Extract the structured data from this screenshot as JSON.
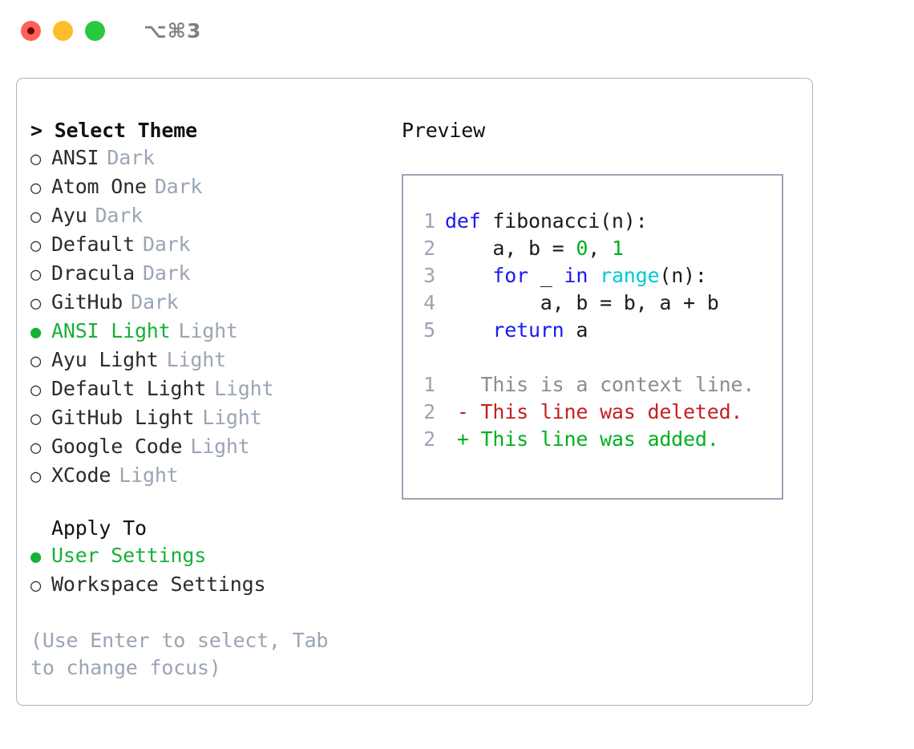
{
  "window": {
    "shortcut": "⌥⌘3",
    "traffic_lights": [
      {
        "name": "close",
        "color": "#ff6058",
        "recording": true
      },
      {
        "name": "minimize",
        "color": "#ffbd2e",
        "recording": false
      },
      {
        "name": "zoom",
        "color": "#28c840",
        "recording": false
      }
    ]
  },
  "theme_picker": {
    "header": "> Select Theme",
    "items": [
      {
        "bullet": "○",
        "label": "ANSI",
        "badge": "Dark",
        "selected": false
      },
      {
        "bullet": "○",
        "label": "Atom One",
        "badge": "Dark",
        "selected": false
      },
      {
        "bullet": "○",
        "label": "Ayu",
        "badge": "Dark",
        "selected": false
      },
      {
        "bullet": "○",
        "label": "Default",
        "badge": "Dark",
        "selected": false
      },
      {
        "bullet": "○",
        "label": "Dracula",
        "badge": "Dark",
        "selected": false
      },
      {
        "bullet": "○",
        "label": "GitHub",
        "badge": "Dark",
        "selected": false
      },
      {
        "bullet": "●",
        "label": "ANSI Light",
        "badge": "Light",
        "selected": true
      },
      {
        "bullet": "○",
        "label": "Ayu Light",
        "badge": "Light",
        "selected": false
      },
      {
        "bullet": "○",
        "label": "Default Light",
        "badge": "Light",
        "selected": false
      },
      {
        "bullet": "○",
        "label": "GitHub Light",
        "badge": "Light",
        "selected": false
      },
      {
        "bullet": "○",
        "label": "Google Code",
        "badge": "Light",
        "selected": false
      },
      {
        "bullet": "○",
        "label": "XCode",
        "badge": "Light",
        "selected": false
      }
    ]
  },
  "apply_to": {
    "title": "Apply To",
    "items": [
      {
        "bullet": "●",
        "label": "User Settings",
        "selected": true
      },
      {
        "bullet": "○",
        "label": "Workspace Settings",
        "selected": false
      }
    ]
  },
  "hint": "(Use Enter to select, Tab to change focus)",
  "preview": {
    "title": "Preview",
    "code_lines": [
      {
        "n": "1",
        "tokens": [
          {
            "t": "def",
            "c": "kw"
          },
          {
            "t": " fibonacci(n):",
            "c": "txt"
          }
        ]
      },
      {
        "n": "2",
        "tokens": [
          {
            "t": "    a, b = ",
            "c": "txt"
          },
          {
            "t": "0",
            "c": "num"
          },
          {
            "t": ", ",
            "c": "txt"
          },
          {
            "t": "1",
            "c": "num"
          }
        ]
      },
      {
        "n": "3",
        "tokens": [
          {
            "t": "    ",
            "c": "txt"
          },
          {
            "t": "for",
            "c": "kw"
          },
          {
            "t": " _ ",
            "c": "txt"
          },
          {
            "t": "in",
            "c": "kw"
          },
          {
            "t": " ",
            "c": "txt"
          },
          {
            "t": "range",
            "c": "fn"
          },
          {
            "t": "(n):",
            "c": "txt"
          }
        ]
      },
      {
        "n": "4",
        "tokens": [
          {
            "t": "        a, b = b, a + b",
            "c": "txt"
          }
        ]
      },
      {
        "n": "5",
        "tokens": [
          {
            "t": "    ",
            "c": "txt"
          },
          {
            "t": "return",
            "c": "kw"
          },
          {
            "t": " a",
            "c": "txt"
          }
        ]
      }
    ],
    "diff_lines": [
      {
        "n": "1",
        "marker": " ",
        "text": "This is a context line.",
        "kind": "ctx"
      },
      {
        "n": "2",
        "marker": "-",
        "text": "This line was deleted.",
        "kind": "del"
      },
      {
        "n": "2",
        "marker": "+",
        "text": "This line was added.",
        "kind": "add"
      }
    ]
  },
  "colors": {
    "accent_green": "#17b037",
    "muted": "#9aa5b4",
    "keyword_blue": "#1a1aee",
    "function_cyan": "#00c8d4",
    "number_green": "#00b020",
    "diff_delete_red": "#c42020",
    "diff_add_green": "#00b020",
    "border": "#aab4c0"
  }
}
